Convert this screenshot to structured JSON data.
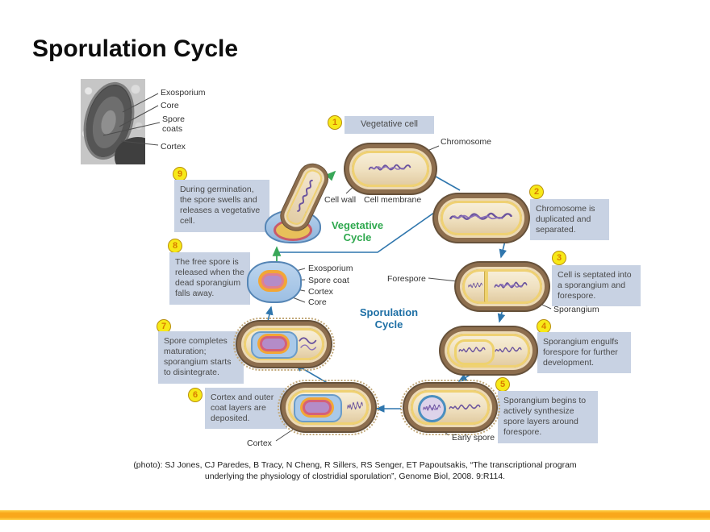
{
  "title": "Sporulation Cycle",
  "micrograph": {
    "labels": {
      "exosporium": "Exosporium",
      "core": "Core",
      "spore_coats": "Spore coats",
      "cortex": "Cortex"
    }
  },
  "cycle_labels": {
    "vegetative": "Vegetative Cycle",
    "sporulation": "Sporulation Cycle"
  },
  "steps": [
    {
      "num": "1",
      "text": "Vegetative cell"
    },
    {
      "num": "2",
      "text": "Chromosome is duplicated and separated."
    },
    {
      "num": "3",
      "text": "Cell is septated into a sporangium and forespore."
    },
    {
      "num": "4",
      "text": "Sporangium engulfs forespore for further development."
    },
    {
      "num": "5",
      "text": "Sporangium begins to actively synthesize spore layers around forespore."
    },
    {
      "num": "6",
      "text": "Cortex and outer coat layers are deposited."
    },
    {
      "num": "7",
      "text": "Spore completes maturation; sporangium starts to disintegrate."
    },
    {
      "num": "8",
      "text": "The free spore is released when the dead sporangium falls away."
    },
    {
      "num": "9",
      "text": "During germination, the spore swells and releases a vegetative cell."
    }
  ],
  "part_labels": {
    "chromosome": "Chromosome",
    "cell_wall": "Cell wall",
    "cell_membrane": "Cell membrane",
    "forespore": "Forespore",
    "sporangium": "Sporangium",
    "early_spore": "Early spore",
    "cortex": "Cortex",
    "spore_exosporium": "Exosporium",
    "spore_coat": "Spore coat",
    "spore_cortex": "Cortex",
    "spore_core": "Core"
  },
  "citation": "(photo): SJ Jones, CJ Paredes, B Tracy, N Cheng, R Sillers, RS Senger, ET Papoutsakis, “The transcriptional program underlying the physiology of clostridial sporulation”, Genome Biol, 2008. 9:R114.",
  "colors": {
    "accent_gold": "#F9A81B",
    "badge_yellow": "#F7E918",
    "note_blue": "#C8D2E3",
    "vegetative_green": "#2EA84E",
    "sporulation_blue": "#1D6FA5"
  }
}
